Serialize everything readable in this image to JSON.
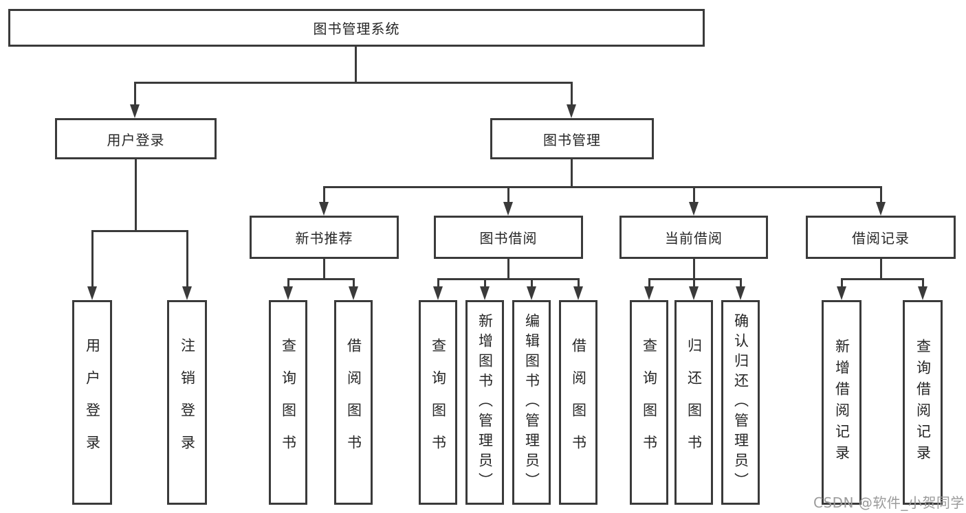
{
  "tree": {
    "root": {
      "label": "图书管理系统",
      "children": [
        {
          "label": "用户登录",
          "children": [
            {
              "label": "用户登录"
            },
            {
              "label": "注销登录"
            }
          ]
        },
        {
          "label": "图书管理",
          "children": [
            {
              "label": "新书推荐",
              "children": [
                {
                  "label": "查询图书"
                },
                {
                  "label": "借阅图书"
                }
              ]
            },
            {
              "label": "图书借阅",
              "children": [
                {
                  "label": "查询图书"
                },
                {
                  "label": "新增图书（管理员）"
                },
                {
                  "label": "编辑图书（管理员）"
                },
                {
                  "label": "借阅图书"
                }
              ]
            },
            {
              "label": "当前借阅",
              "children": [
                {
                  "label": "查询图书"
                },
                {
                  "label": "归还图书"
                },
                {
                  "label": "确认归还（管理员）"
                }
              ]
            },
            {
              "label": "借阅记录",
              "children": [
                {
                  "label": "新增借阅记录"
                },
                {
                  "label": "查询借阅记录"
                }
              ]
            }
          ]
        }
      ]
    }
  },
  "watermark": {
    "text": "CSDN @软件_小贺同学"
  },
  "colors": {
    "line": "#3a3a3a",
    "text": "#262626",
    "box_background": "#ffffff",
    "watermark": "#9b9b9b",
    "page_background": "#ffffff"
  }
}
